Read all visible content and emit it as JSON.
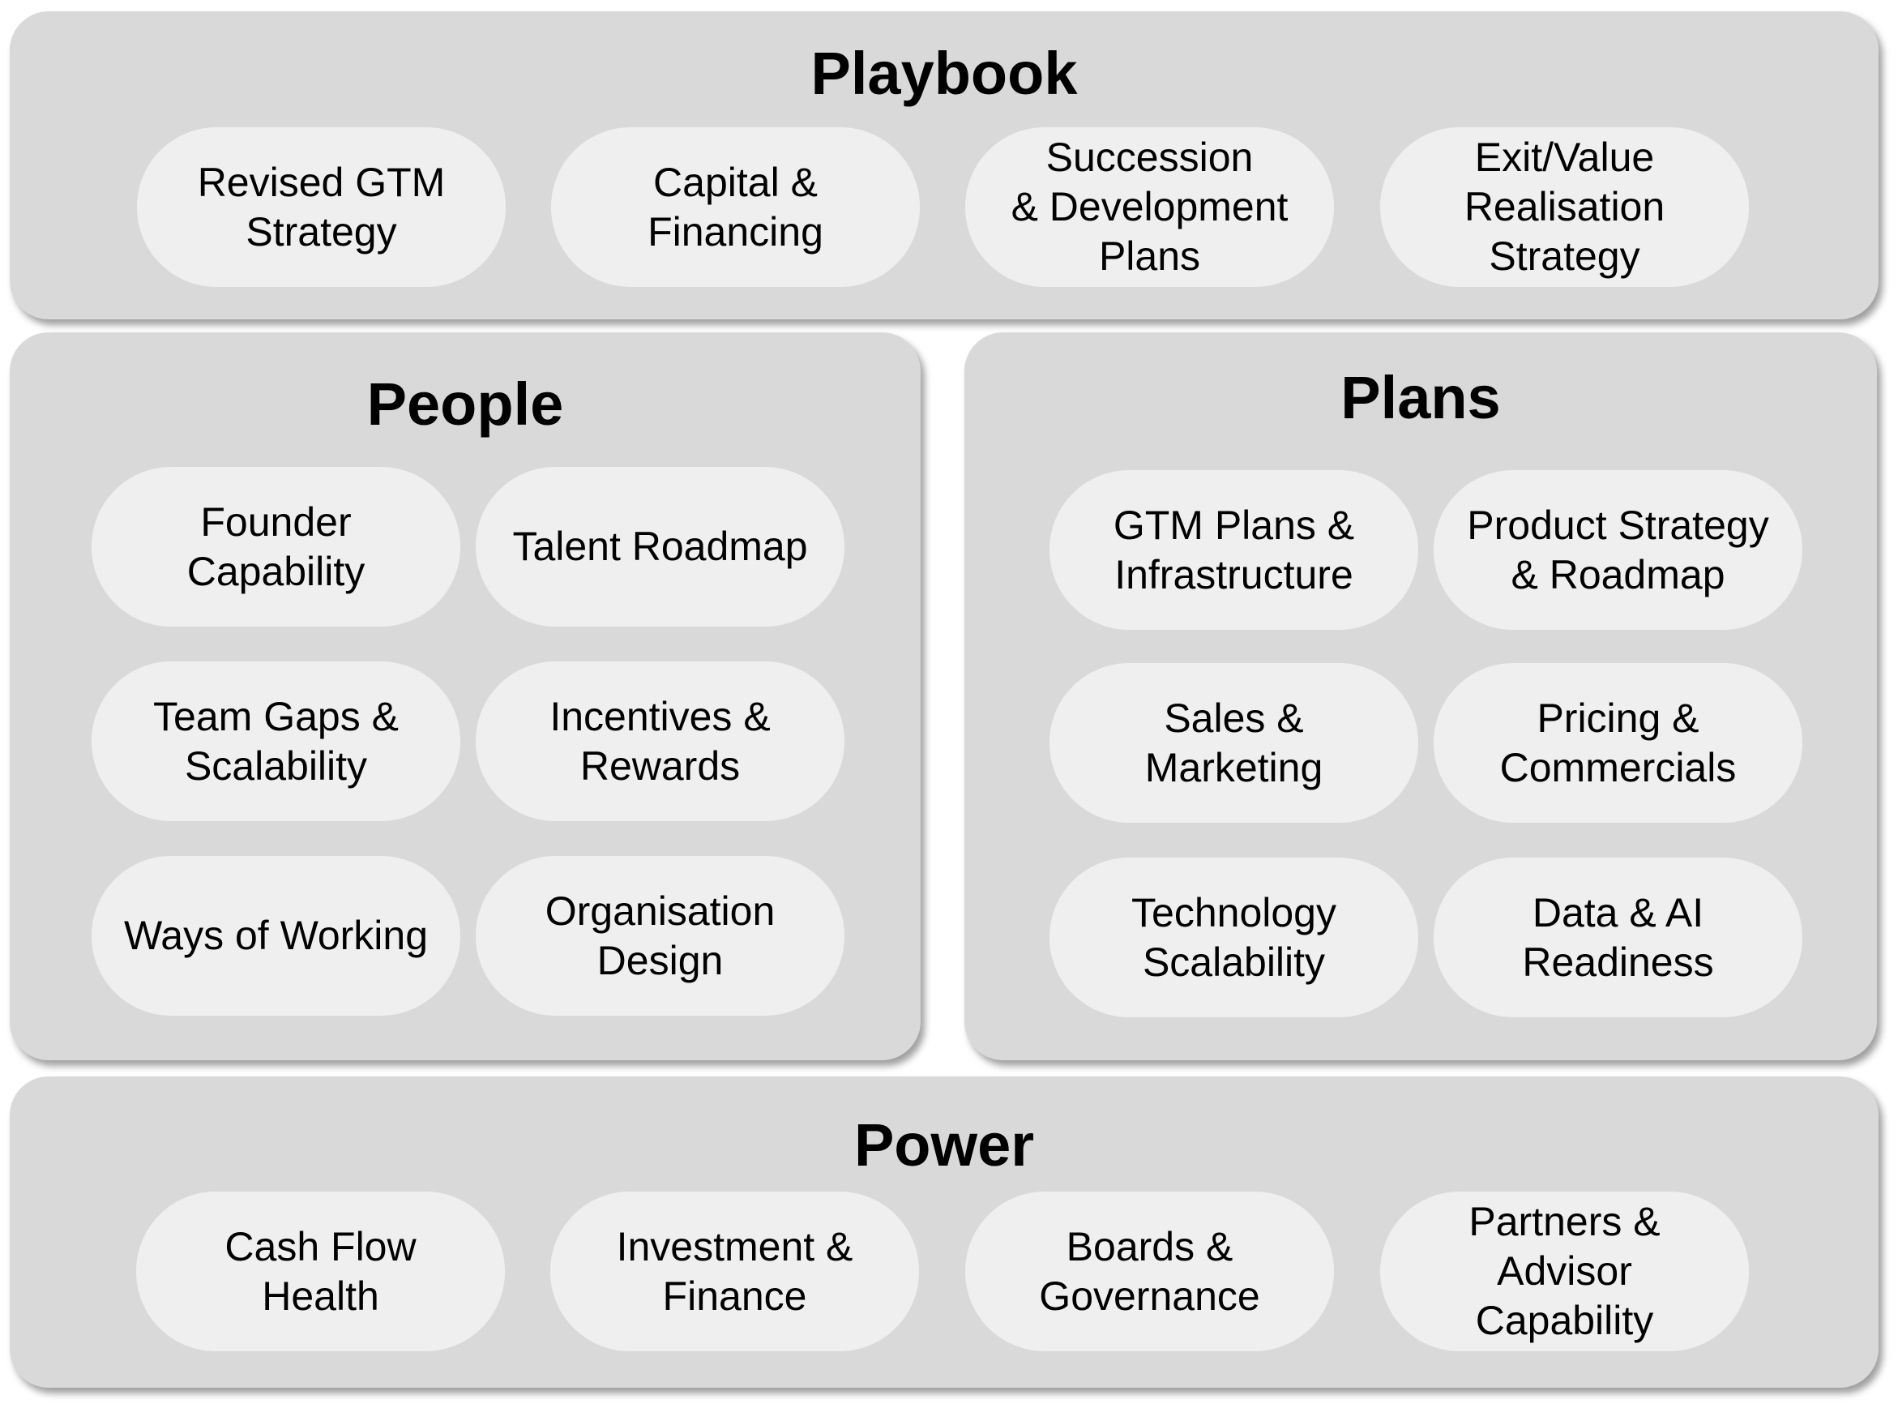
{
  "playbook": {
    "title": "Playbook",
    "items": [
      "Revised GTM\nStrategy",
      "Capital &\nFinancing",
      "Succession\n& Development\nPlans",
      "Exit/Value\nRealisation\nStrategy"
    ]
  },
  "people": {
    "title": "People",
    "items": [
      "Founder\nCapability",
      "Talent Roadmap",
      "Team Gaps &\nScalability",
      "Incentives &\nRewards",
      "Ways of Working",
      "Organisation\nDesign"
    ]
  },
  "plans": {
    "title": "Plans",
    "items": [
      "GTM Plans &\nInfrastructure",
      "Product Strategy\n& Roadmap",
      "Sales &\nMarketing",
      "Pricing &\nCommercials",
      "Technology\nScalability",
      "Data & AI\nReadiness"
    ]
  },
  "power": {
    "title": "Power",
    "items": [
      "Cash Flow\nHealth",
      "Investment &\nFinance",
      "Boards &\nGovernance",
      "Partners &\nAdvisor\nCapability"
    ]
  }
}
